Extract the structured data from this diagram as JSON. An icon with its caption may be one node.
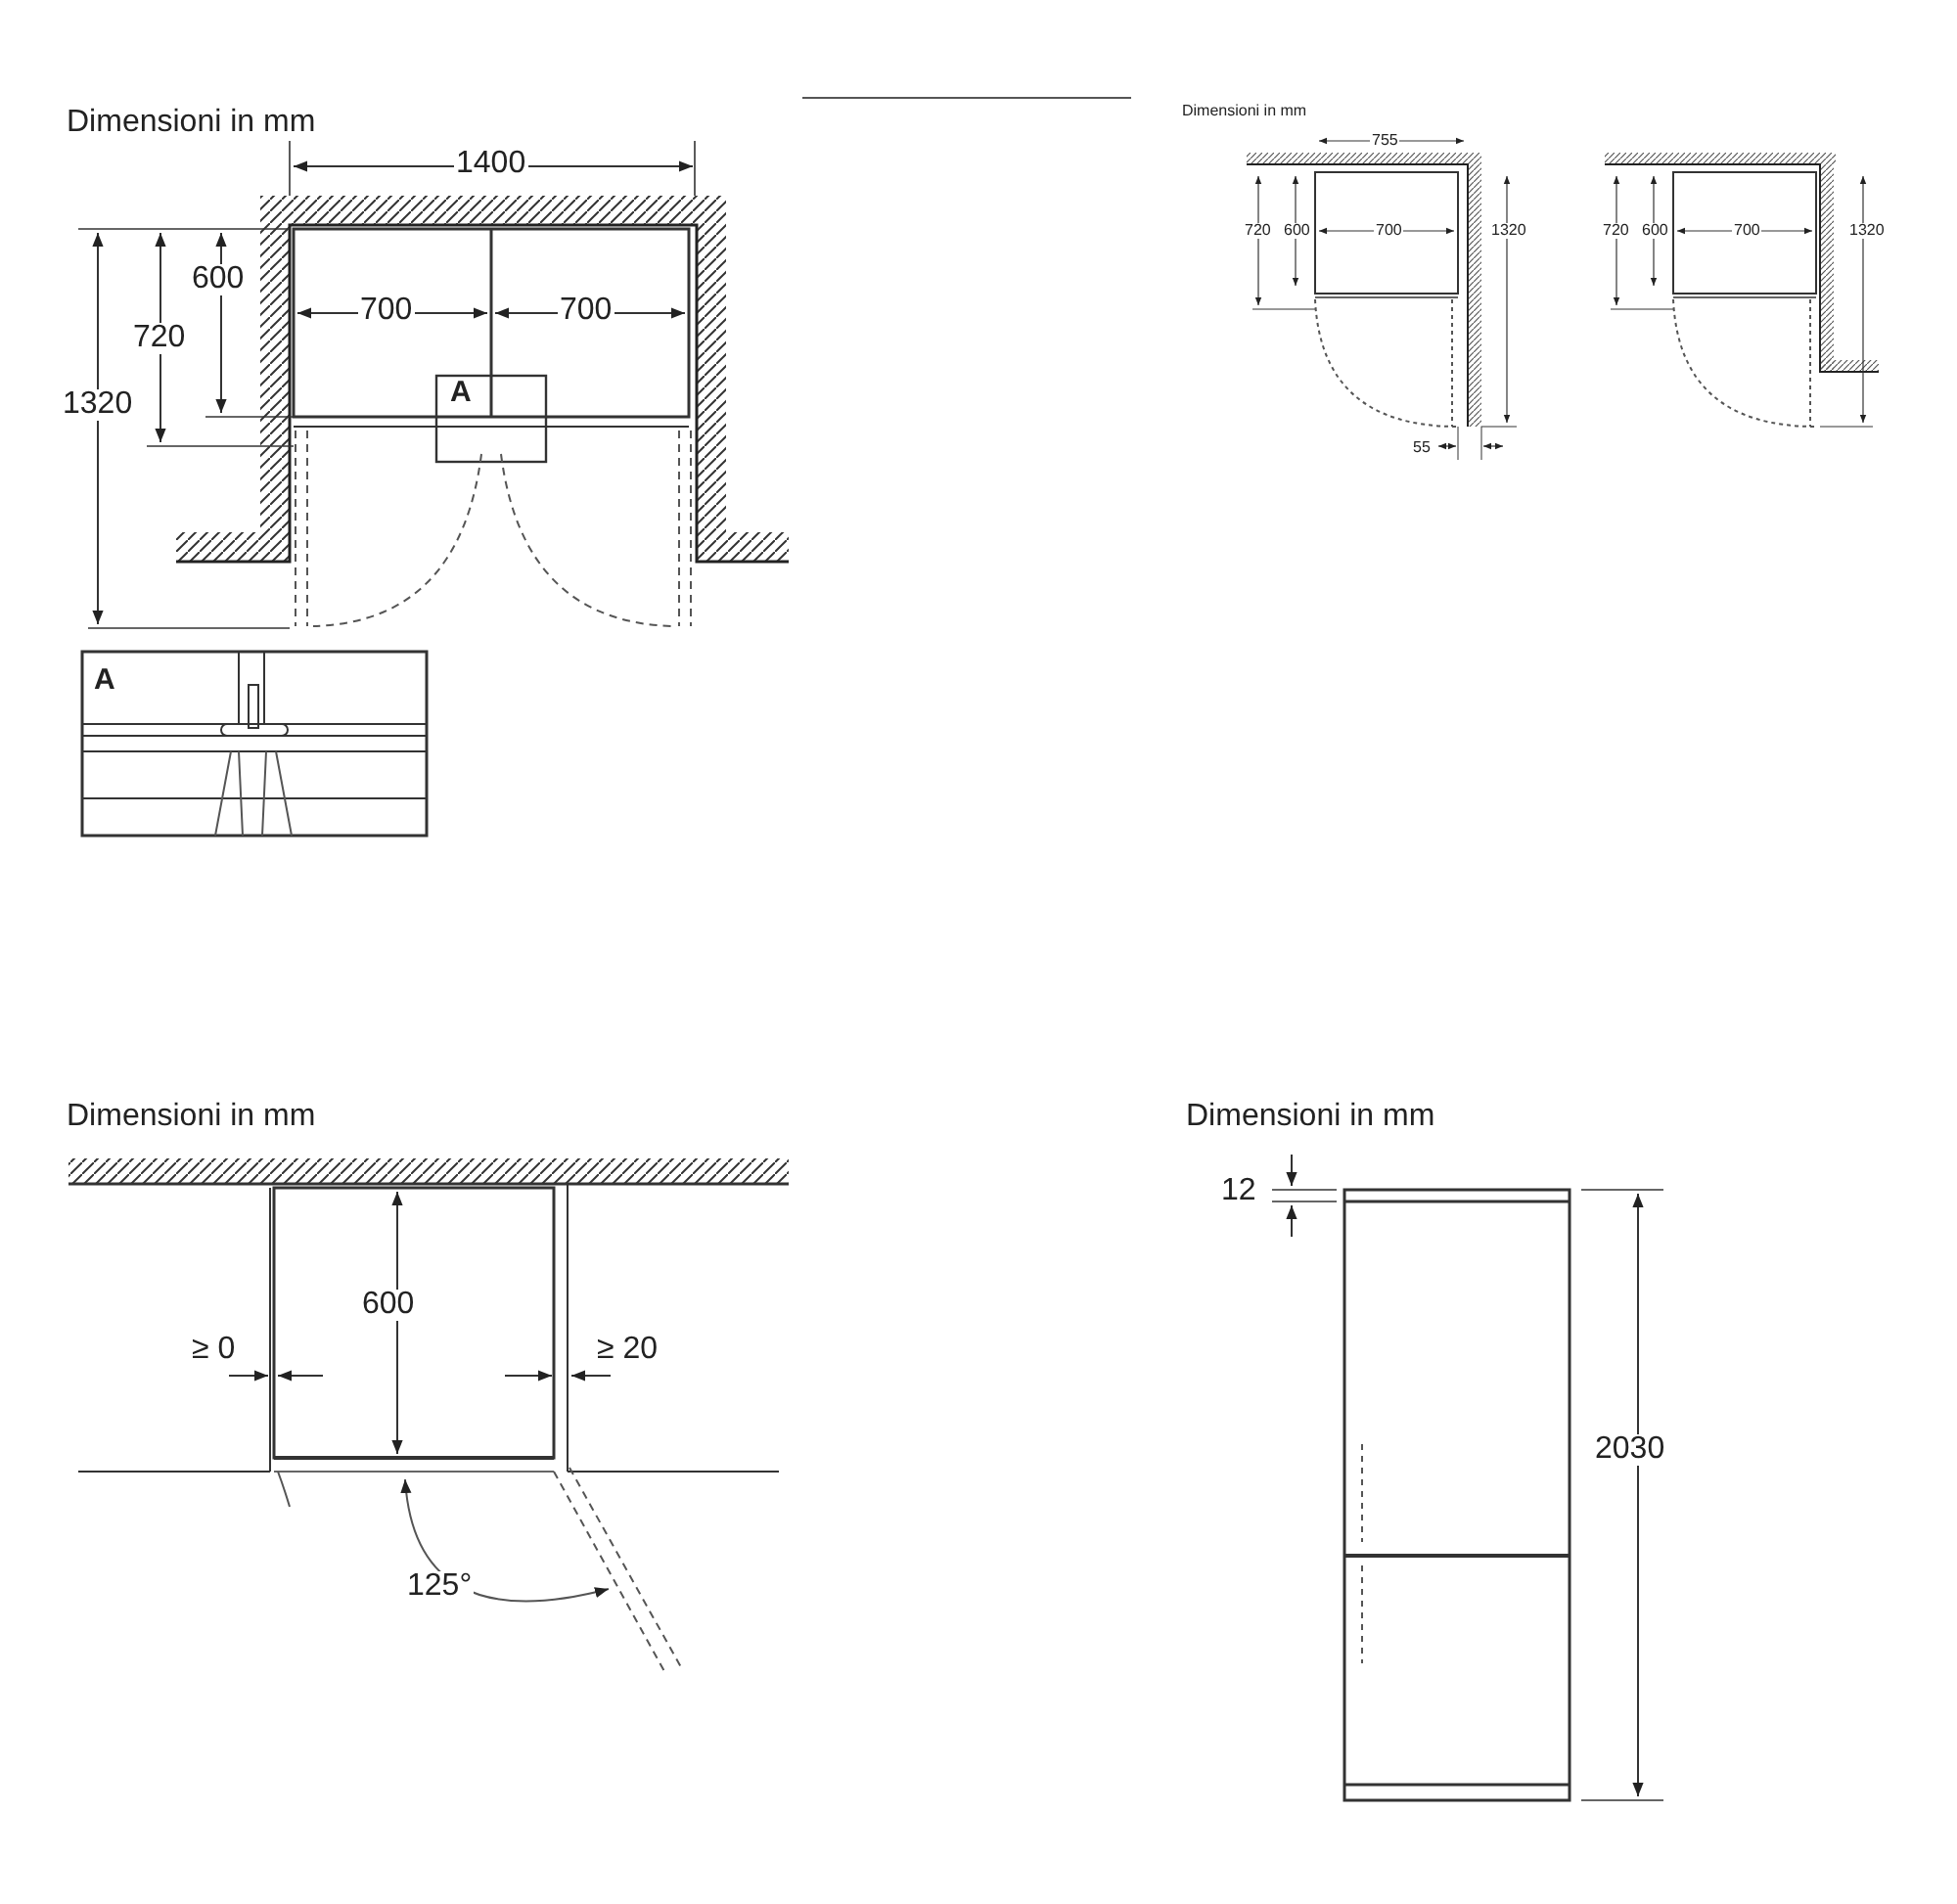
{
  "diagram": {
    "labels": [
      "Dimensioni in mm",
      "1400",
      "600",
      "700",
      "700",
      "720",
      "1320",
      "A",
      "A",
      "Dimensioni in mm",
      "755",
      "720",
      "600",
      "700",
      "1320",
      "55",
      "720",
      "600",
      "700",
      "1320",
      "Dimensioni in mm",
      "600",
      "≥ 0",
      "≥ 20",
      "125°",
      "Dimensioni in mm",
      "12",
      "2030"
    ]
  }
}
